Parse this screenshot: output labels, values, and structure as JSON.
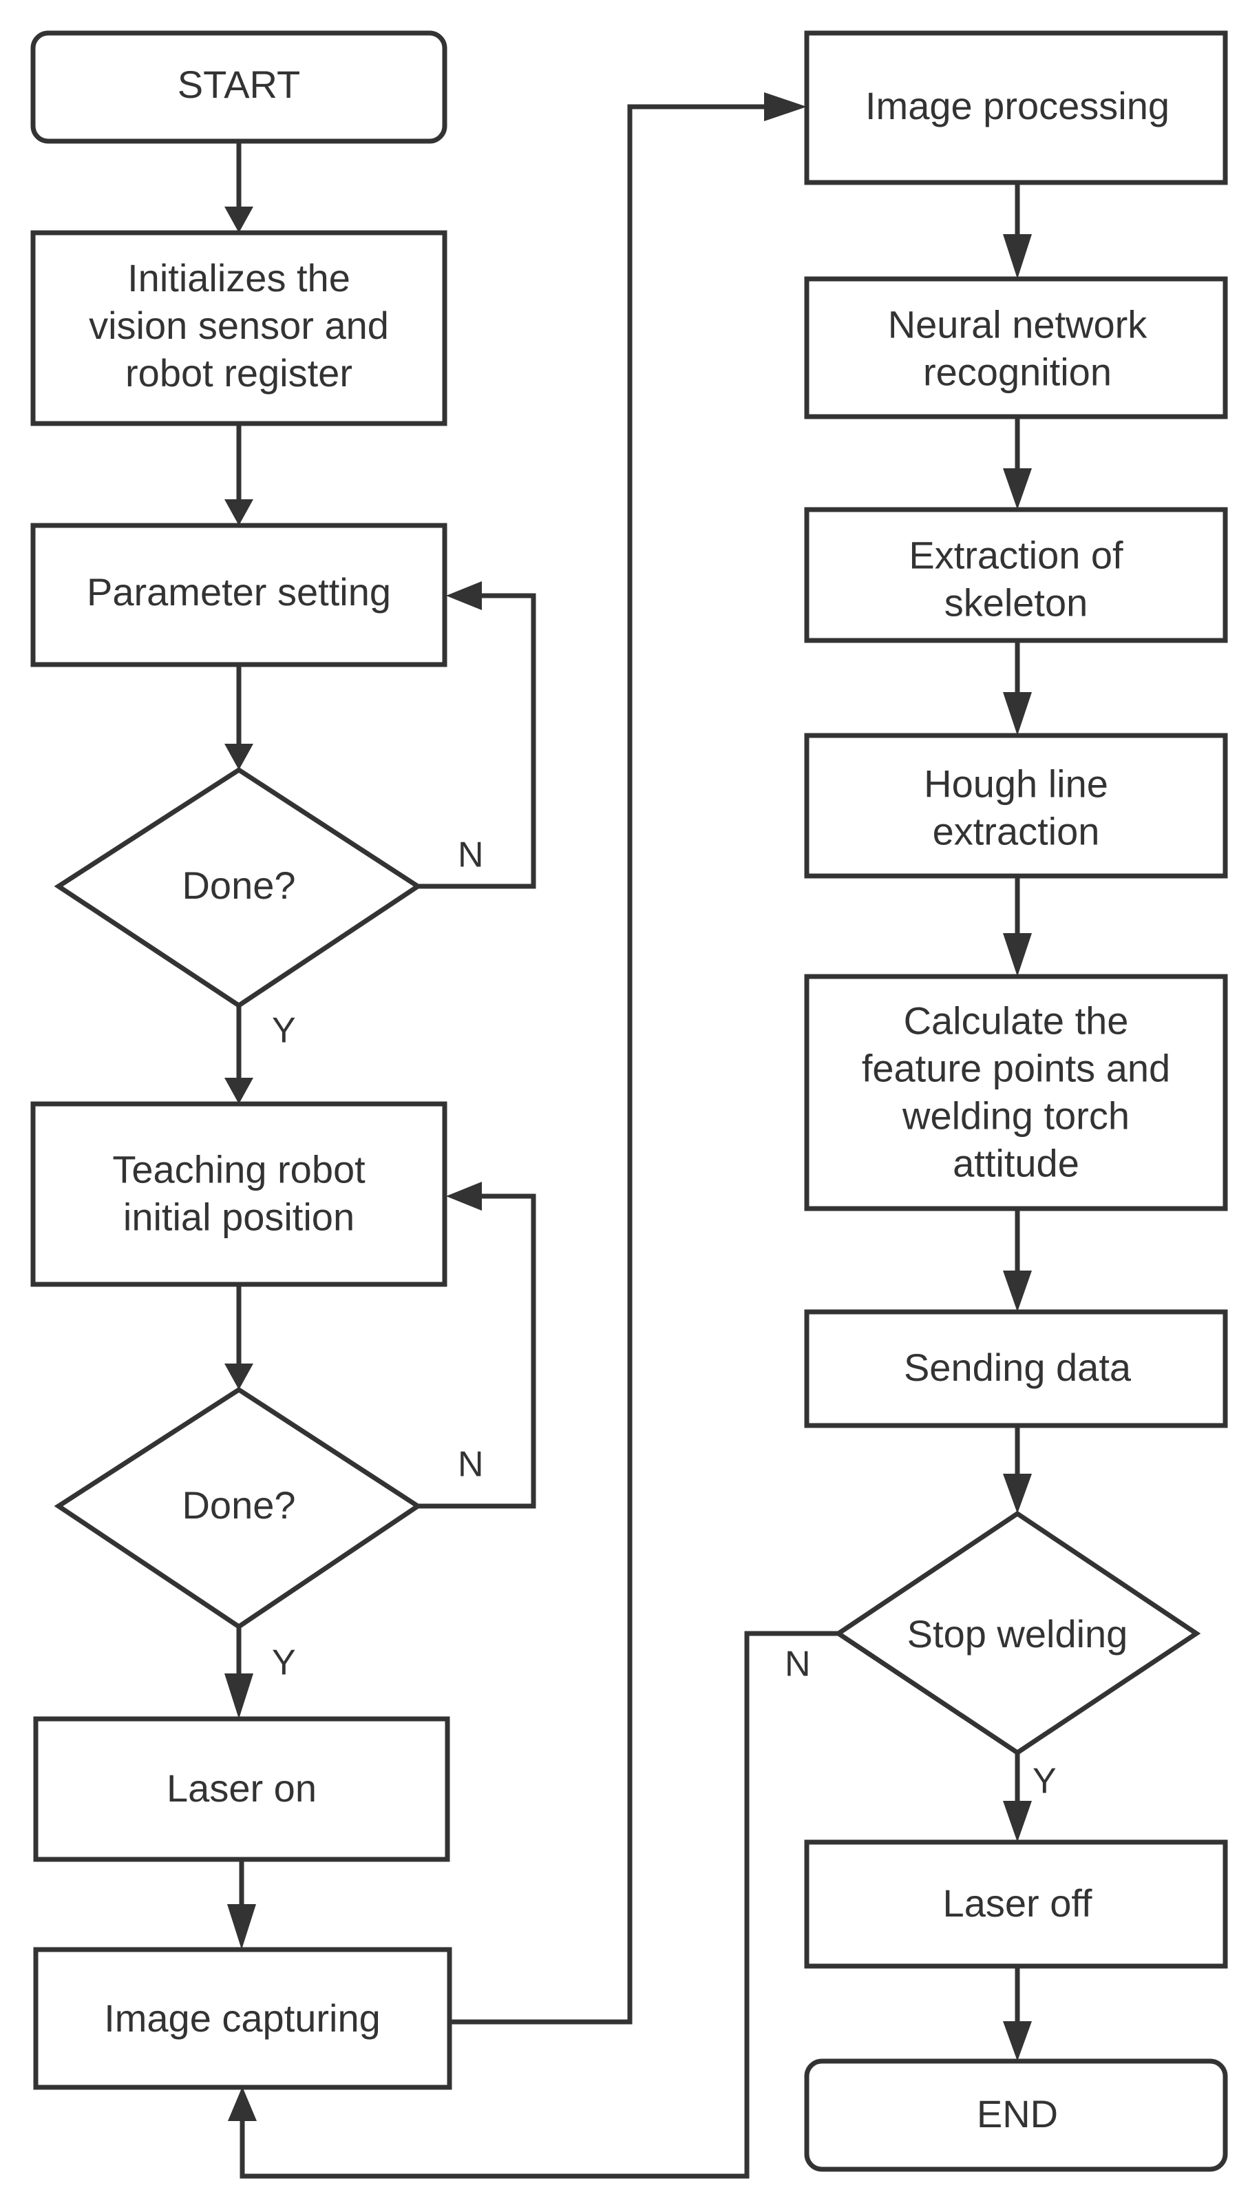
{
  "nodes": {
    "start": [
      "START"
    ],
    "init": [
      "Initializes the",
      "vision sensor and",
      "robot register"
    ],
    "param": [
      "Parameter setting"
    ],
    "done1": [
      "Done?"
    ],
    "teach": [
      "Teaching robot",
      "initial position"
    ],
    "done2": [
      "Done?"
    ],
    "laser_on": [
      "Laser on"
    ],
    "capture": [
      "Image capturing"
    ],
    "process": [
      "Image processing"
    ],
    "neural": [
      "Neural network",
      "recognition"
    ],
    "skeleton": [
      "Extraction of",
      "skeleton"
    ],
    "hough": [
      "Hough line",
      "extraction"
    ],
    "calc": [
      "Calculate the",
      "feature points and",
      "welding torch",
      "attitude"
    ],
    "send": [
      "Sending data"
    ],
    "stop": [
      "Stop welding"
    ],
    "laser_off": [
      "Laser off"
    ],
    "end": [
      "END"
    ]
  },
  "branch_labels": {
    "done1_no": "N",
    "done1_yes": "Y",
    "done2_no": "N",
    "done2_yes": "Y",
    "stop_no": "N",
    "stop_yes": "Y"
  }
}
